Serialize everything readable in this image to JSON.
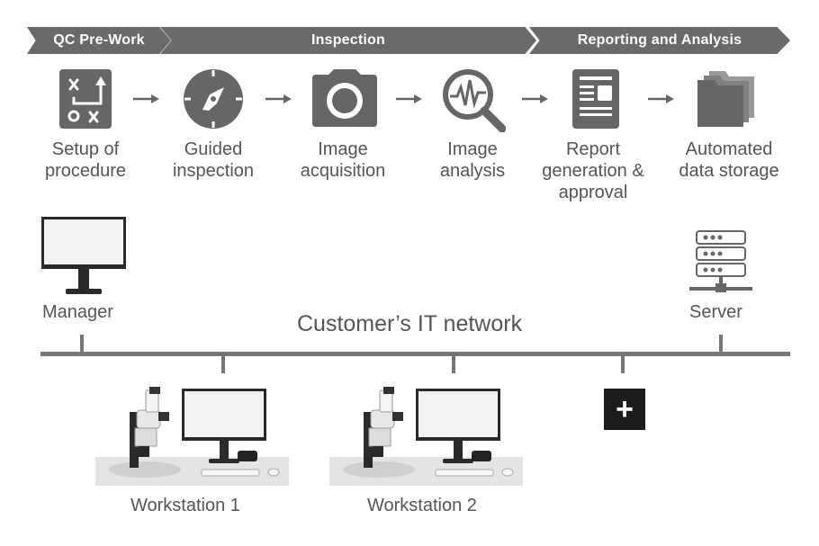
{
  "colors": {
    "banner": "#6a6a6a",
    "icon": "#666666",
    "text": "#555555",
    "network": "#767676",
    "plus": "#1c1c1c"
  },
  "stages": [
    {
      "label": "QC Pre-Work"
    },
    {
      "label": "Inspection"
    },
    {
      "label": "Reporting and Analysis"
    }
  ],
  "steps": [
    {
      "label": "Setup of\nprocedure",
      "icon": "procedure-setup-icon"
    },
    {
      "label": "Guided\ninspection",
      "icon": "compass-icon"
    },
    {
      "label": "Image\nacquisition",
      "icon": "camera-icon"
    },
    {
      "label": "Image\nanalysis",
      "icon": "magnifier-analysis-icon"
    },
    {
      "label": "Report\ngeneration &\napproval",
      "icon": "report-document-icon"
    },
    {
      "label": "Automated\ndata storage",
      "icon": "folders-icon"
    }
  ],
  "network": {
    "label": "Customer’s IT network",
    "manager": "Manager",
    "server": "Server",
    "workstations": [
      "Workstation 1",
      "Workstation 2"
    ],
    "add_symbol": "+"
  }
}
